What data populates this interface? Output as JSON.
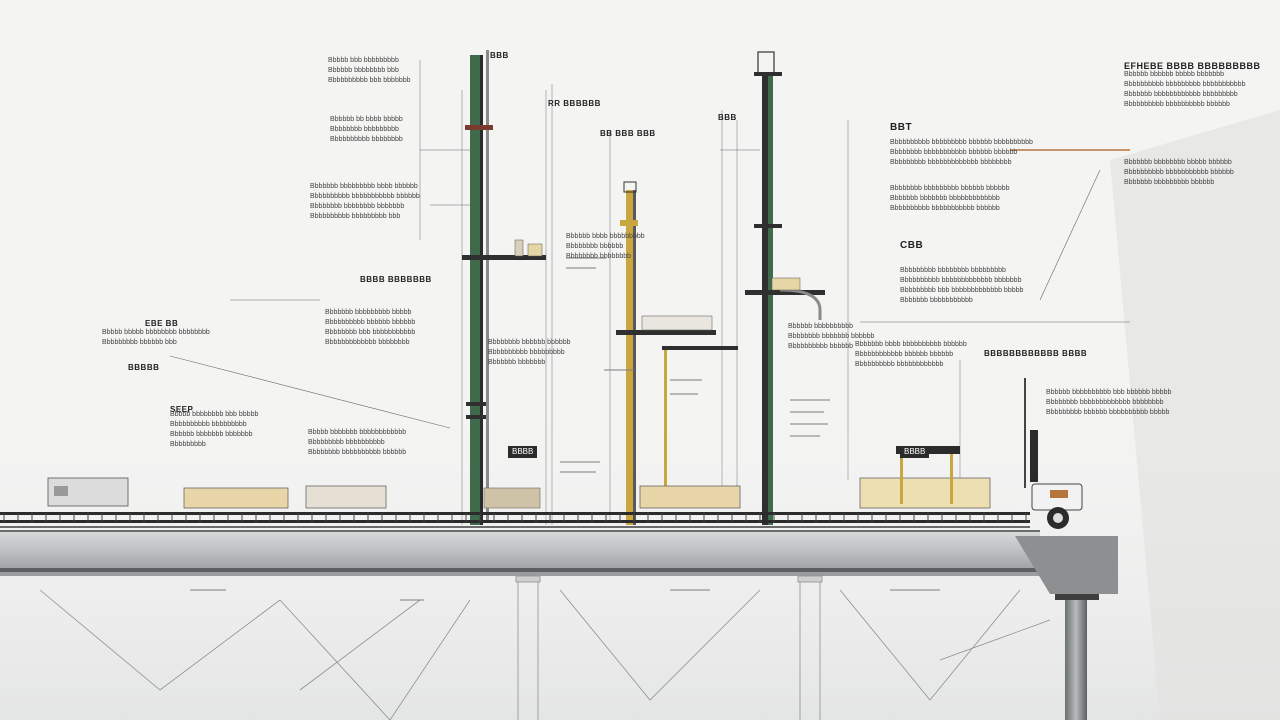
{
  "colors": {
    "background": "#f4f4f3",
    "column_green": "#3f6b4c",
    "column_dark": "#2f2f2f",
    "column_yellow": "#c9a640",
    "accent_rust": "#b5753c",
    "deck_gray": "#8d8f90",
    "bracket_tan": "#e8d6a8",
    "callout_line": "#555555"
  },
  "headings": {
    "top_left": "BBT",
    "col1_top": "BBB",
    "col2_top": "RR BBBBBB",
    "col2_mid": "BB BBB BBB",
    "mid_right": "BBB",
    "right_top": "EFHEBE BBBB BBBBBBBBB",
    "right_mid": "CBB",
    "right_low": "BBBBBBBBBBBB BBBB",
    "left_mid": "BBBB BBBBBBB",
    "left_low": "EBE BB",
    "elbow": "BBBBB",
    "bottom_small": "SEEP",
    "beam_tag_left": "BBBB",
    "beam_tag_right": "BBBB"
  },
  "notes": {
    "n1": "Bbbbb bbb bbbbbbbbb\nBbbbbb bbbbbbbb bbb\nBbbbbbbbbb bbb bbbbbbb",
    "n2": "Bbbbbb bb bbbb bbbbb\nBbbbbbbb bbbbbbbbb\nBbbbbbbbbb bbbbbbbb",
    "n3": "Bbbbbbb bbbbbbbbb bbbb bbbbbb\nBbbbbbbbbb bbbbbbbbbbb bbbbbb\nBbbbbbbb bbbbbbbb bbbbbbb\nBbbbbbbbbb bbbbbbbbb bbb",
    "n4": "Bbbbbbb bbbbbbbbb bbbbb\nBbbbbbbbbb bbbbbb bbbbbb\nBbbbbbbb bbb bbbbbbbbbbb\nBbbbbbbbbbbbb bbbbbbbb",
    "n5": "Bbbbb bbbbbbbb bbb bbbbb\nBbbbbbbbbb bbbbbbbbb\nBbbbbb bbbbbbb bbbbbbb\nBbbbbbbbb",
    "n6": "Bbbbb bbbbb bbbbbbbb bbbbbbbb\nBbbbbbbbb bbbbbb bbb",
    "n7": "Bbbbb bbbbbbb bbbbbbbbbbbb\nBbbbbbbbb bbbbbbbbbb\nBbbbbbbb bbbbbbbbbb bbbbbb",
    "n8": "Bbbbbbbbbb bbbbbbbbb bbbbbb bbbbbbbbbb\nBbbbbbbb bbbbbbbbbbb bbbbbb bbbbbb\nBbbbbbbbb bbbbbbbbbbbbb bbbbbbbb",
    "n9": "Bbbbbbbb bbbbbbbbb bbbbbb bbbbbb\nBbbbbbb bbbbbbb bbbbbbbbbbbbb\nBbbbbbbbbb bbbbbbbbbbb bbbbbb",
    "n10": "Bbbbbbbbb bbbbbbbb bbbbbbbbb\nBbbbbbbbbb bbbbbbbbbbbbb bbbbbbb\nBbbbbbbbb bbb bbbbbbbbbbbbb bbbbb\nBbbbbbb bbbbbbbbbbb",
    "n11": "Bbbbbbb bbbb bbbbbbbbbb bbbbbb\nBbbbbbbbbbbb bbbbbb bbbbbb\nBbbbbbbbbb bbbbbbbbbbbb",
    "n12": "Bbbbbb bbbbbb bbbbb bbbbbbb\nBbbbbbbbbb bbbbbbbbb bbbbbbbbbbb\nBbbbbbb bbbbbbbbbbbb bbbbbbbbb\nBbbbbbbbbb bbbbbbbbbb bbbbbb",
    "n13": "Bbbbbbb bbbbbbbb bbbbb bbbbbb\nBbbbbbbbbb bbbbbbbbbbb bbbbbb\nBbbbbbb bbbbbbbbb bbbbbb",
    "n14": "Bbbbbb bbbbbbbbbb bbb bbbbbb bbbbb\nBbbbbbbb bbbbbbbbbbbbb bbbbbbbb\nBbbbbbbbb bbbbbb bbbbbbbbbb bbbbb",
    "n15": "Bbbbbbbb bbbbbb bbbbbb\nBbbbbbbbbb bbbbbbbbb\nBbbbbbb bbbbbbb",
    "n16": "Bbbbbb bbbb bbbbbbbbb\nBbbbbbbb bbbbbb\nBbbbbbbb bbbbbbbb",
    "n17": "Bbbbbb bbbbbbbbbb\nBbbbbbbb bbbbbbb bbbbbb\nBbbbbbbbbb bbbbbb"
  }
}
